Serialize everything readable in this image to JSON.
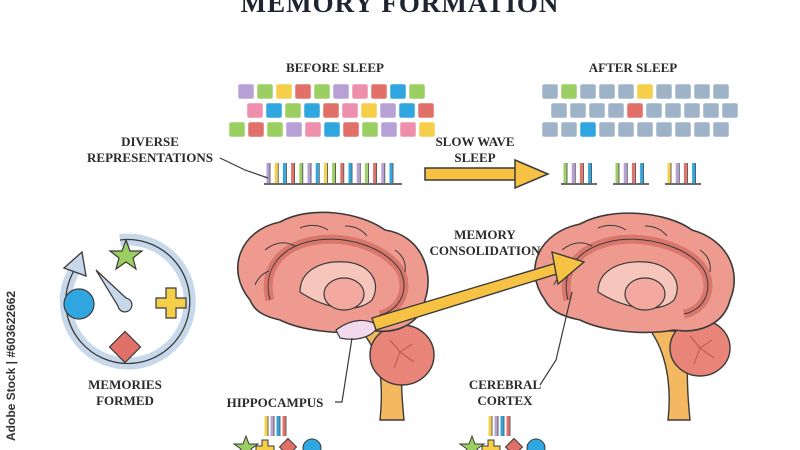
{
  "title": "MEMORY FORMATION",
  "labels": {
    "before_sleep": "BEFORE SLEEP",
    "after_sleep": "AFTER SLEEP",
    "diverse_line1": "DIVERSE",
    "diverse_line2": "REPRESENTATIONS",
    "slow_wave_line1": "SLOW WAVE",
    "slow_wave_line2": "SLEEP",
    "memory_consolidation_line1": "MEMORY",
    "memory_consolidation_line2": "CONSOLIDATION",
    "memories_formed_line1": "MEMORIES",
    "memories_formed_line2": "FORMED",
    "hippocampus": "HIPPOCAMPUS",
    "cerebral_line1": "CEREBRAL",
    "cerebral_line2": "CORTEX"
  },
  "side_text": "Adobe Stock | #603622662",
  "watermark": "Adobe Stock",
  "colors": {
    "green": "#9ccf62",
    "purple": "#b7a0d4",
    "yellow": "#f6cf4a",
    "red": "#e07068",
    "blue": "#2fa6e0",
    "pink": "#ef8fae",
    "grey_blue": "#9fb3c8",
    "brain": "#ef9a8f",
    "brain_dark": "#d9776d",
    "brainstem": "#f4b860",
    "arrow": "#f7c243",
    "outline": "#3a3a3a"
  },
  "before_grid": [
    [
      "purple",
      "green",
      "yellow",
      "red",
      "green",
      "purple",
      "pink",
      "red",
      "blue",
      "green"
    ],
    [
      "pink",
      "blue",
      "green",
      "blue",
      "red",
      "pink",
      "yellow",
      "purple",
      "blue",
      "red"
    ],
    [
      "green",
      "red",
      "green",
      "purple",
      "pink",
      "blue",
      "red",
      "green",
      "purple",
      "pink",
      "yellow"
    ]
  ],
  "after_grid": [
    [
      "grey_blue",
      "green",
      "grey_blue",
      "grey_blue",
      "grey_blue",
      "yellow",
      "grey_blue",
      "grey_blue",
      "grey_blue",
      "grey_blue"
    ],
    [
      "grey_blue",
      "grey_blue",
      "grey_blue",
      "grey_blue",
      "red",
      "grey_blue",
      "grey_blue",
      "grey_blue",
      "grey_blue",
      "grey_blue"
    ],
    [
      "grey_blue",
      "grey_blue",
      "blue",
      "grey_blue",
      "grey_blue",
      "grey_blue",
      "grey_blue",
      "grey_blue",
      "grey_blue",
      "grey_blue"
    ]
  ],
  "before_bars": [
    "purple",
    "yellow",
    "blue",
    "red",
    "green",
    "purple",
    "blue",
    "yellow",
    "green",
    "red",
    "blue",
    "purple",
    "green",
    "red",
    "purple",
    "blue"
  ],
  "after_bar_groups": [
    [
      "green",
      "purple",
      "red",
      "blue"
    ],
    [
      "green",
      "purple",
      "red",
      "blue"
    ],
    [
      "yellow",
      "purple",
      "red",
      "blue"
    ]
  ],
  "memory_shapes": [
    "star",
    "circle",
    "comet",
    "plus",
    "diamond"
  ]
}
